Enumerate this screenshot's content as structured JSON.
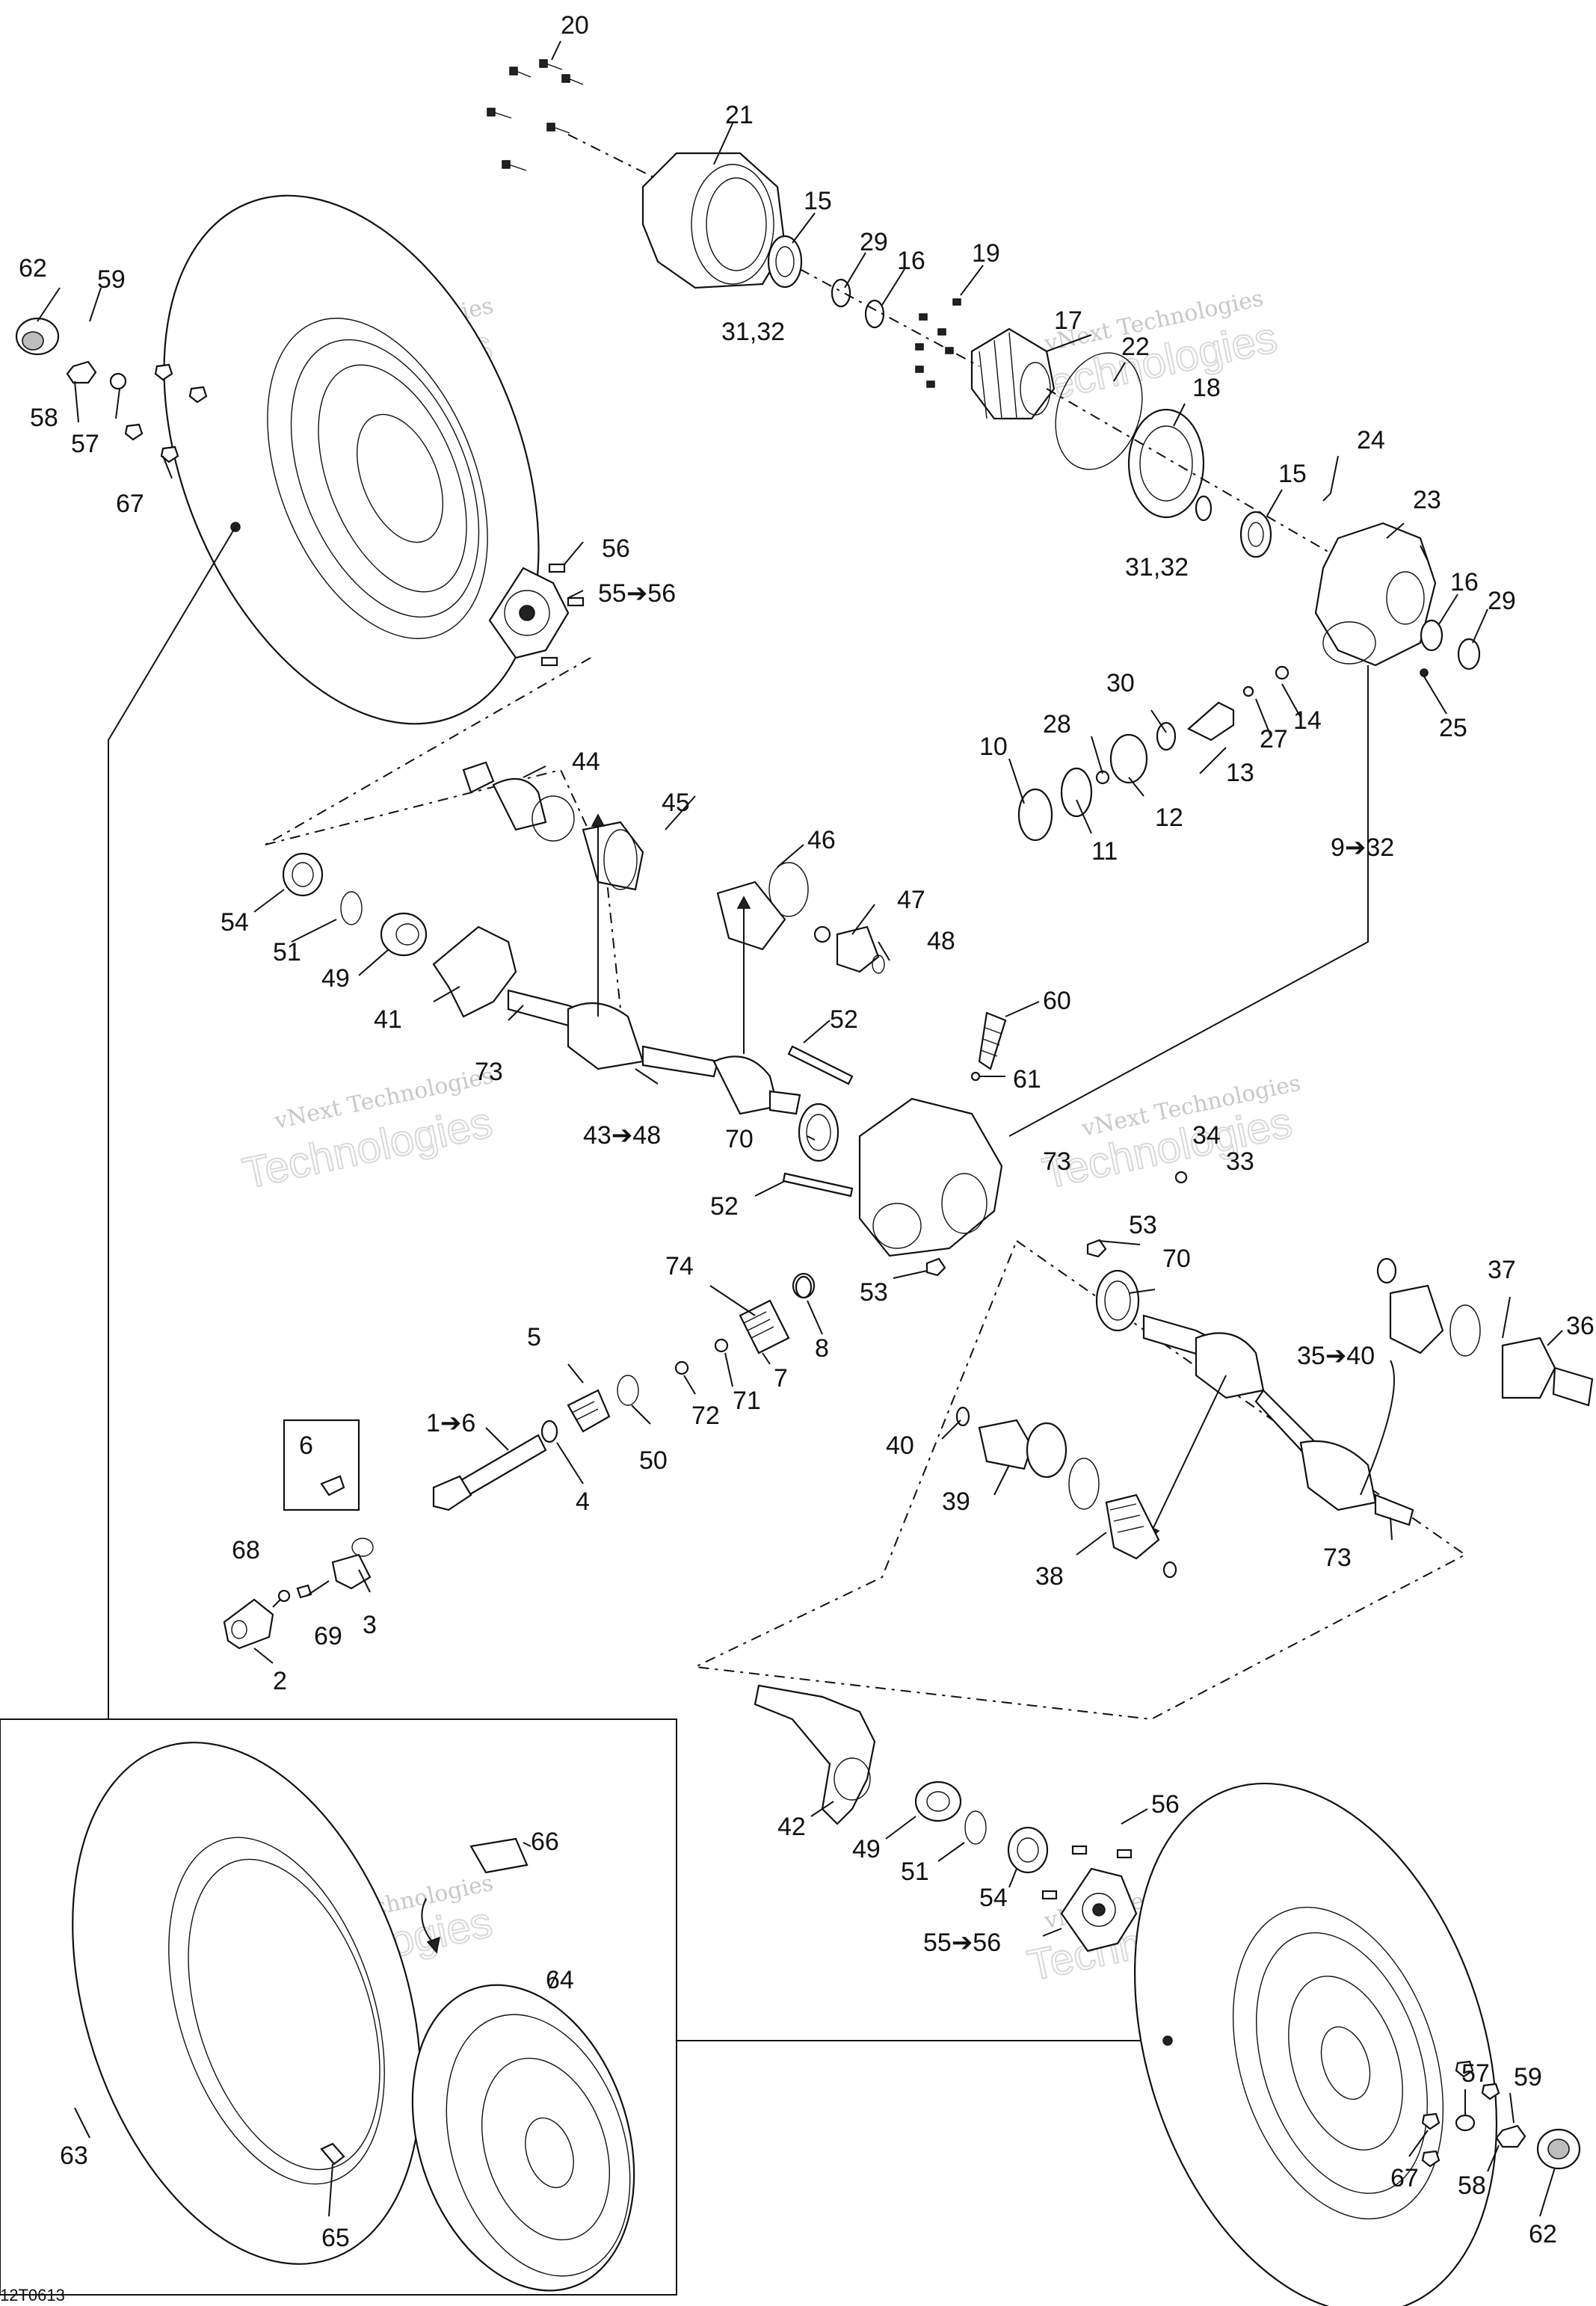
{
  "diagram_id": "12T0613",
  "watermark": {
    "line1": "vNext Technologies",
    "line2": "vNext",
    "line3": "Technologies"
  },
  "labels": {
    "l1": "1➔6",
    "l2": "2",
    "l3": "3",
    "l4": "4",
    "l5": "5",
    "l6": "6",
    "l7": "7",
    "l8": "8",
    "l9": "9➔32",
    "l10": "10",
    "l11": "11",
    "l12": "12",
    "l13": "13",
    "l14": "14",
    "l15a": "15",
    "l15b": "15",
    "l16a": "16",
    "l16b": "16",
    "l17": "17",
    "l18": "18",
    "l19": "19",
    "l20": "20",
    "l21": "21",
    "l22": "22",
    "l23": "23",
    "l24": "24",
    "l25": "25",
    "l27": "27",
    "l28": "28",
    "l29a": "29",
    "l29b": "29",
    "l30": "30",
    "l3132a": "31,32",
    "l3132b": "31,32",
    "l33": "33",
    "l34": "34",
    "l35": "35➔40",
    "l36": "36",
    "l37": "37",
    "l38": "38",
    "l39": "39",
    "l40": "40",
    "l41": "41",
    "l42": "42",
    "l43": "43➔48",
    "l44": "44",
    "l45": "45",
    "l46": "46",
    "l47": "47",
    "l48": "48",
    "l49a": "49",
    "l49b": "49",
    "l50": "50",
    "l51a": "51",
    "l51b": "51",
    "l52a": "52",
    "l52b": "52",
    "l53a": "53",
    "l53b": "53",
    "l54a": "54",
    "l54b": "54",
    "l5556a": "55➔56",
    "l5556b": "55➔56",
    "l56a": "56",
    "l56b": "56",
    "l57a": "57",
    "l57b": "57",
    "l58a": "58",
    "l58b": "58",
    "l59a": "59",
    "l59b": "59",
    "l60": "60",
    "l61": "61",
    "l62a": "62",
    "l62b": "62",
    "l63": "63",
    "l64": "64",
    "l65": "65",
    "l66": "66",
    "l67a": "67",
    "l67b": "67",
    "l68": "68",
    "l69": "69",
    "l70a": "70",
    "l70b": "70",
    "l71": "71",
    "l72": "72",
    "l73a": "73",
    "l73b": "73",
    "l73c": "73",
    "l74": "74"
  }
}
